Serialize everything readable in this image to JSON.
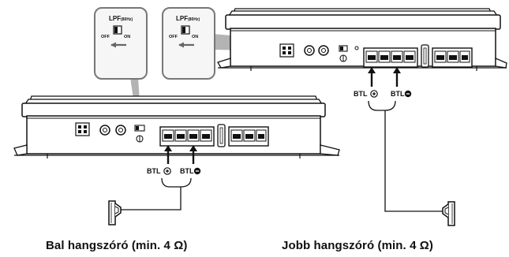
{
  "callouts": {
    "lpf_label": "LPF",
    "lpf_freq": "(80Hz)",
    "off_label": "OFF",
    "on_label": "ON"
  },
  "terminals": {
    "btl_plus_label": "BTL",
    "btl_minus_label": "BTL"
  },
  "captions": {
    "left_speaker": "Bal hangszóró (min. 4 Ω)",
    "right_speaker": "Jobb hangszóró (min. 4 Ω)"
  },
  "colors": {
    "line": "#111111",
    "fill": "#ffffff",
    "callout_border": "#777777",
    "callout_fill": "#f6f6f6"
  }
}
